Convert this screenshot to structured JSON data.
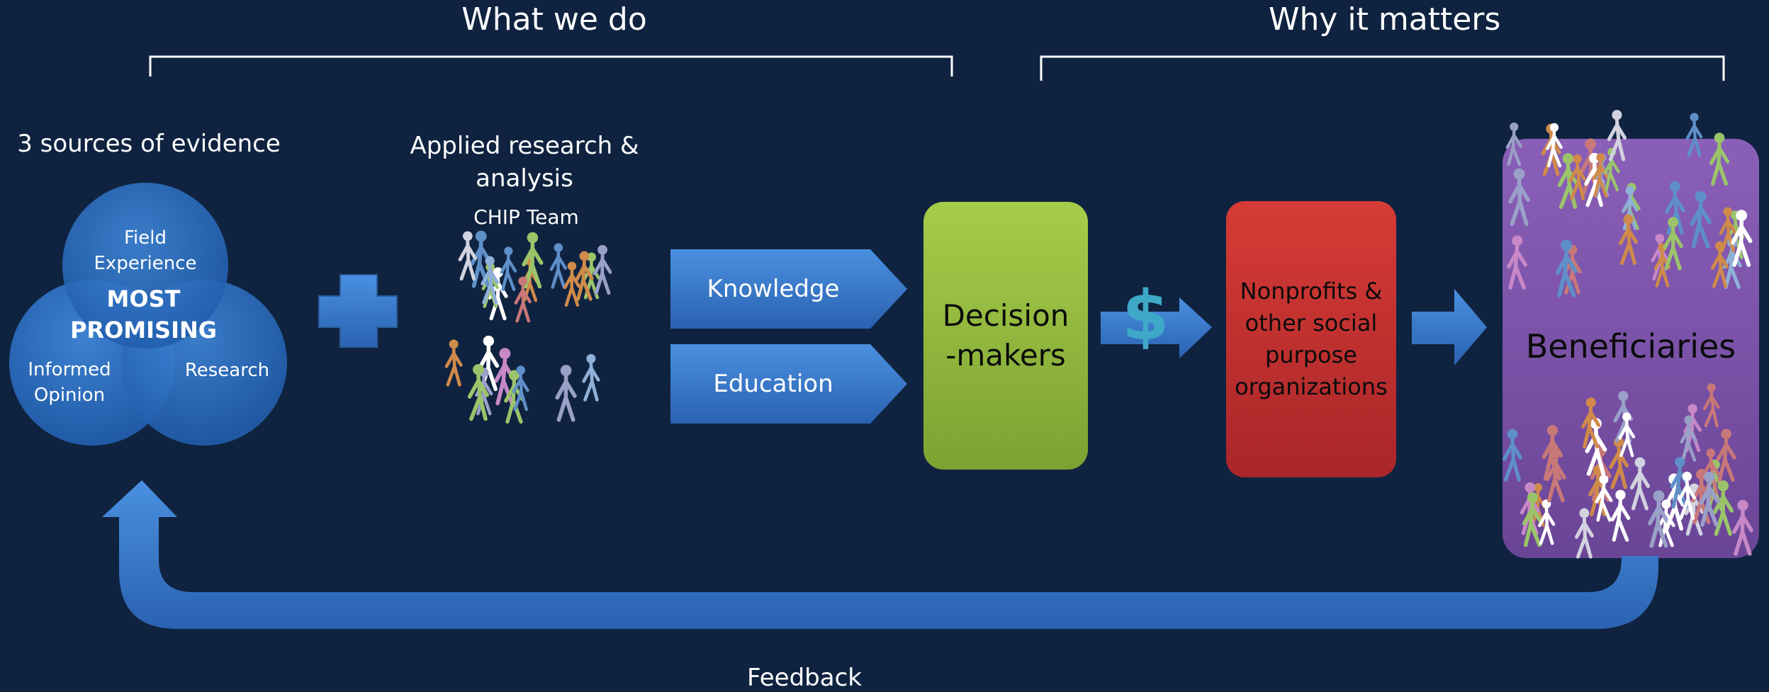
{
  "headers": {
    "what_we_do": "What we do",
    "why_it_matters": "Why it matters"
  },
  "evidence": {
    "title": "3 sources of evidence",
    "circles": {
      "top": "Field\nExperience",
      "left": "Informed\nOpinion",
      "right": "Research"
    },
    "center": "MOST\nPROMISING"
  },
  "research": {
    "title": "Applied research &\nanalysis",
    "team": "CHIP Team"
  },
  "arrows": {
    "knowledge": "Knowledge",
    "education": "Education",
    "money_symbol": "$"
  },
  "boxes": {
    "decision_makers": "Decision\n-makers",
    "nonprofits": "Nonprofits &\nother social\npurpose\norganizations",
    "beneficiaries": "Beneficiaries"
  },
  "feedback": "Feedback",
  "colors": {
    "background": "#0f2340",
    "blue": "#3b7fd1",
    "green": "#95c043",
    "red": "#c8332f",
    "purple": "#7c55a8",
    "dollar": "#3fa8c8"
  },
  "people_colors": [
    "#ffffff",
    "#8fb0d8",
    "#d08a4a",
    "#c87878",
    "#9aa0c8",
    "#9bc46a",
    "#d2d2e0",
    "#c888c8",
    "#5f8fc8"
  ]
}
